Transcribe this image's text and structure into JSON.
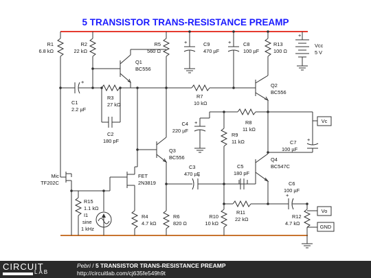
{
  "title": "5 TRANSISTOR TRANS-RESISTANCE PREAMP",
  "components": {
    "r1": {
      "name": "R1",
      "value": "6.8 kΩ"
    },
    "r2": {
      "name": "R2",
      "value": "22 kΩ"
    },
    "q1": {
      "name": "Q1",
      "value": "BC556"
    },
    "r5": {
      "name": "R5",
      "value": "560 Ω"
    },
    "c9": {
      "name": "C9",
      "value": "470 µF"
    },
    "c8": {
      "name": "C8",
      "value": "100 µF"
    },
    "r13": {
      "name": "R13",
      "value": "100 Ω"
    },
    "vcc": {
      "name": "Vcc",
      "value": "5 V"
    },
    "c1": {
      "name": "C1",
      "value": "2.2 µF"
    },
    "r3": {
      "name": "R3",
      "value": "27 kΩ"
    },
    "c2": {
      "name": "C2",
      "value": "180 pF"
    },
    "r7": {
      "name": "R7",
      "value": "10 kΩ"
    },
    "q2": {
      "name": "Q2",
      "value": "BC556"
    },
    "r8": {
      "name": "R8",
      "value": "11 kΩ"
    },
    "c4": {
      "name": "C4",
      "value": "220 µF"
    },
    "r9": {
      "name": "R9",
      "value": "11 kΩ"
    },
    "q3": {
      "name": "Q3",
      "value": "BC556"
    },
    "c7": {
      "name": "C7",
      "value": "100 µF"
    },
    "q4": {
      "name": "Q4",
      "value": "BC547C"
    },
    "mic": {
      "name": "Mic",
      "value": "TF202C"
    },
    "fet": {
      "name": "FET",
      "value": "2N3819"
    },
    "c3": {
      "name": "C3",
      "value": "470 µF"
    },
    "c5": {
      "name": "C5",
      "value": "180 pF"
    },
    "c6": {
      "name": "C6",
      "value": "100 µF"
    },
    "r15": {
      "name": "R15",
      "value": "1.1 kΩ"
    },
    "i1": {
      "name": "I1",
      "value": "sine",
      "freq": "1 kHz"
    },
    "r4": {
      "name": "R4",
      "value": "4.7 kΩ"
    },
    "r6": {
      "name": "R6",
      "value": "820 Ω"
    },
    "r10": {
      "name": "R10",
      "value": "10 kΩ"
    },
    "r11": {
      "name": "R11",
      "value": "22 kΩ"
    },
    "r12": {
      "name": "R12",
      "value": "4.7 kΩ"
    }
  },
  "ports": {
    "vc": "Vc",
    "vo": "Vo",
    "gnd": "GND"
  },
  "footer": {
    "logo_top": "CIRCUIT",
    "logo_bottom": "LAB",
    "author": "Pebri",
    "separator": "/",
    "title": "5 TRANSISTOR TRANS-RESISTANCE PREAMP",
    "url": "http://circuitlab.com/cj635fe549h9t"
  },
  "colors": {
    "title": "#1a1aff",
    "rail_top": "#e53a2f",
    "rail_bottom": "#c8742e",
    "footer_bg": "#2a2a2a"
  }
}
